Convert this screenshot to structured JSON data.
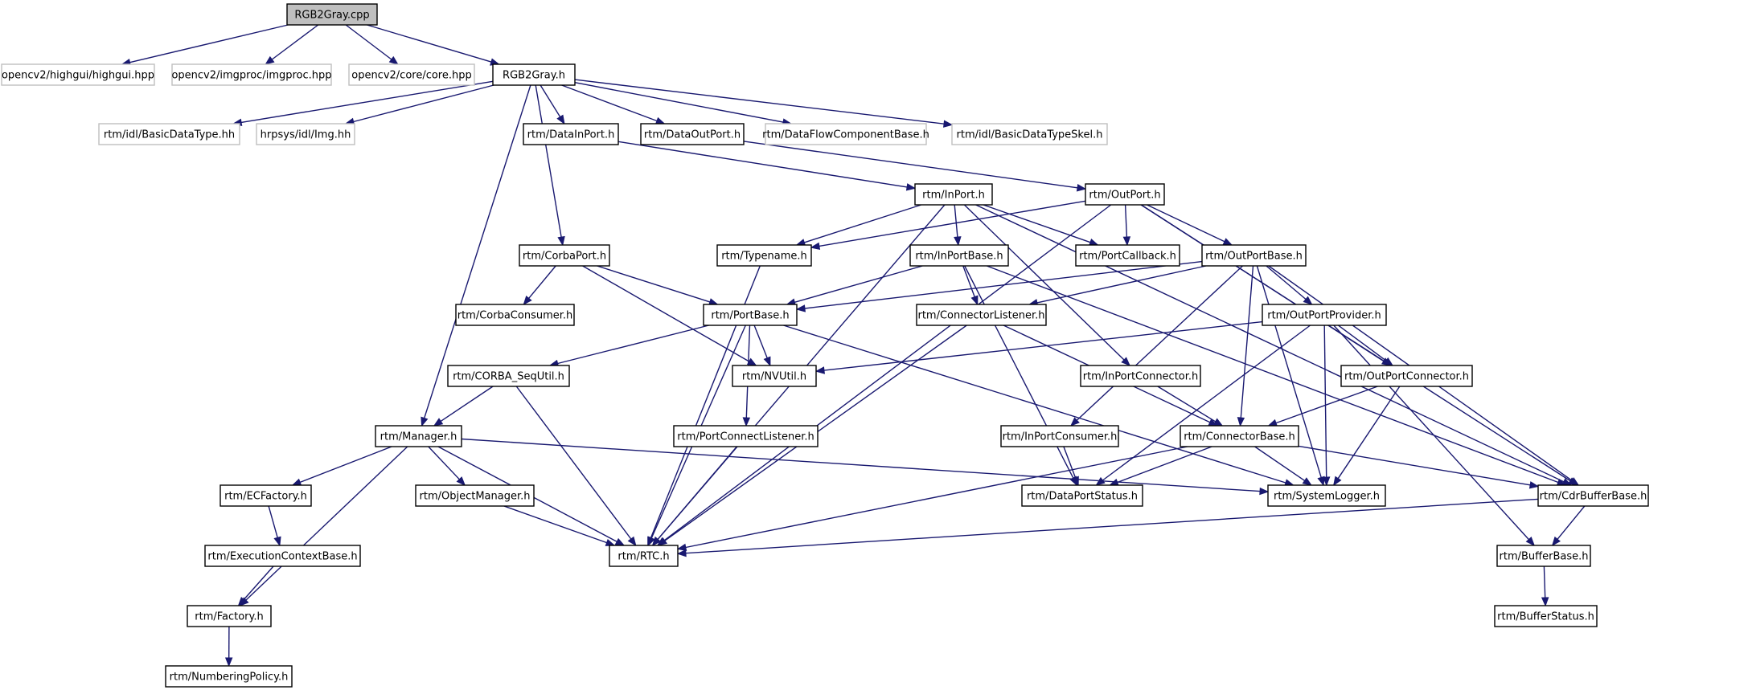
{
  "colors": {
    "edge": "#191970",
    "box_stroke": "#000000",
    "box_stroke_external": "#bfbfbf",
    "root_fill": "#bfbfbf",
    "box_fill": "#ffffff"
  },
  "nodes": [
    {
      "id": "RGB2Gray.cpp",
      "label": "RGB2Gray.cpp",
      "kind": "root"
    },
    {
      "id": "highgui",
      "label": "opencv2/highgui/highgui.hpp",
      "kind": "external"
    },
    {
      "id": "imgproc",
      "label": "opencv2/imgproc/imgproc.hpp",
      "kind": "external"
    },
    {
      "id": "core",
      "label": "opencv2/core/core.hpp",
      "kind": "external"
    },
    {
      "id": "RGB2Gray.h",
      "label": "RGB2Gray.h",
      "kind": "normal"
    },
    {
      "id": "BasicDataType",
      "label": "rtm/idl/BasicDataType.hh",
      "kind": "external"
    },
    {
      "id": "Img",
      "label": "hrpsys/idl/Img.hh",
      "kind": "external"
    },
    {
      "id": "DataInPort",
      "label": "rtm/DataInPort.h",
      "kind": "normal"
    },
    {
      "id": "DataOutPort",
      "label": "rtm/DataOutPort.h",
      "kind": "normal"
    },
    {
      "id": "DFCB",
      "label": "rtm/DataFlowComponentBase.h",
      "kind": "external"
    },
    {
      "id": "BDTSkel",
      "label": "rtm/idl/BasicDataTypeSkel.h",
      "kind": "external"
    },
    {
      "id": "InPort",
      "label": "rtm/InPort.h",
      "kind": "normal"
    },
    {
      "id": "OutPort",
      "label": "rtm/OutPort.h",
      "kind": "normal"
    },
    {
      "id": "CorbaPort",
      "label": "rtm/CorbaPort.h",
      "kind": "normal"
    },
    {
      "id": "Typename",
      "label": "rtm/Typename.h",
      "kind": "normal"
    },
    {
      "id": "InPortBase",
      "label": "rtm/InPortBase.h",
      "kind": "normal"
    },
    {
      "id": "PortCallback",
      "label": "rtm/PortCallback.h",
      "kind": "normal"
    },
    {
      "id": "OutPortBase",
      "label": "rtm/OutPortBase.h",
      "kind": "normal"
    },
    {
      "id": "CorbaConsumer",
      "label": "rtm/CorbaConsumer.h",
      "kind": "normal"
    },
    {
      "id": "PortBase",
      "label": "rtm/PortBase.h",
      "kind": "normal"
    },
    {
      "id": "ConnectorListener",
      "label": "rtm/ConnectorListener.h",
      "kind": "normal"
    },
    {
      "id": "OutPortProvider",
      "label": "rtm/OutPortProvider.h",
      "kind": "normal"
    },
    {
      "id": "SeqUtil",
      "label": "rtm/CORBA_SeqUtil.h",
      "kind": "normal"
    },
    {
      "id": "NVUtil",
      "label": "rtm/NVUtil.h",
      "kind": "normal"
    },
    {
      "id": "InPortConnector",
      "label": "rtm/InPortConnector.h",
      "kind": "normal"
    },
    {
      "id": "OutPortConnector",
      "label": "rtm/OutPortConnector.h",
      "kind": "normal"
    },
    {
      "id": "Manager",
      "label": "rtm/Manager.h",
      "kind": "normal"
    },
    {
      "id": "PortConnectListener",
      "label": "rtm/PortConnectListener.h",
      "kind": "normal"
    },
    {
      "id": "InPortConsumer",
      "label": "rtm/InPortConsumer.h",
      "kind": "normal"
    },
    {
      "id": "ConnectorBase",
      "label": "rtm/ConnectorBase.h",
      "kind": "normal"
    },
    {
      "id": "ECFactory",
      "label": "rtm/ECFactory.h",
      "kind": "normal"
    },
    {
      "id": "ObjectManager",
      "label": "rtm/ObjectManager.h",
      "kind": "normal"
    },
    {
      "id": "DataPortStatus",
      "label": "rtm/DataPortStatus.h",
      "kind": "normal"
    },
    {
      "id": "SystemLogger",
      "label": "rtm/SystemLogger.h",
      "kind": "normal"
    },
    {
      "id": "CdrBufferBase",
      "label": "rtm/CdrBufferBase.h",
      "kind": "normal"
    },
    {
      "id": "ECBase",
      "label": "rtm/ExecutionContextBase.h",
      "kind": "normal"
    },
    {
      "id": "RTC",
      "label": "rtm/RTC.h",
      "kind": "normal"
    },
    {
      "id": "BufferBase",
      "label": "rtm/BufferBase.h",
      "kind": "normal"
    },
    {
      "id": "Factory",
      "label": "rtm/Factory.h",
      "kind": "normal"
    },
    {
      "id": "BufferStatus",
      "label": "rtm/BufferStatus.h",
      "kind": "normal"
    },
    {
      "id": "NumberingPolicy",
      "label": "rtm/NumberingPolicy.h",
      "kind": "normal"
    }
  ],
  "edges": [
    [
      "RGB2Gray.cpp",
      "highgui"
    ],
    [
      "RGB2Gray.cpp",
      "imgproc"
    ],
    [
      "RGB2Gray.cpp",
      "core"
    ],
    [
      "RGB2Gray.cpp",
      "RGB2Gray.h"
    ],
    [
      "RGB2Gray.h",
      "BasicDataType"
    ],
    [
      "RGB2Gray.h",
      "Img"
    ],
    [
      "RGB2Gray.h",
      "DataInPort"
    ],
    [
      "RGB2Gray.h",
      "DataOutPort"
    ],
    [
      "RGB2Gray.h",
      "DFCB"
    ],
    [
      "RGB2Gray.h",
      "BDTSkel"
    ],
    [
      "RGB2Gray.h",
      "CorbaPort"
    ],
    [
      "RGB2Gray.h",
      "Manager"
    ],
    [
      "DataInPort",
      "InPort"
    ],
    [
      "DataOutPort",
      "OutPort"
    ],
    [
      "InPort",
      "RTC"
    ],
    [
      "InPort",
      "Typename"
    ],
    [
      "InPort",
      "InPortBase"
    ],
    [
      "InPort",
      "PortCallback"
    ],
    [
      "InPort",
      "InPortConnector"
    ],
    [
      "InPort",
      "CdrBufferBase"
    ],
    [
      "OutPort",
      "RTC"
    ],
    [
      "OutPort",
      "Typename"
    ],
    [
      "OutPort",
      "PortCallback"
    ],
    [
      "OutPort",
      "OutPortBase"
    ],
    [
      "OutPort",
      "OutPortConnector"
    ],
    [
      "OutPort",
      "CdrBufferBase"
    ],
    [
      "CorbaPort",
      "CorbaConsumer"
    ],
    [
      "CorbaPort",
      "PortBase"
    ],
    [
      "CorbaPort",
      "NVUtil"
    ],
    [
      "Typename",
      "RTC"
    ],
    [
      "InPortBase",
      "PortBase"
    ],
    [
      "InPortBase",
      "ConnectorListener"
    ],
    [
      "InPortBase",
      "DataPortStatus"
    ],
    [
      "InPortBase",
      "CdrBufferBase"
    ],
    [
      "OutPortBase",
      "PortBase"
    ],
    [
      "OutPortBase",
      "ConnectorListener"
    ],
    [
      "OutPortBase",
      "OutPortProvider"
    ],
    [
      "OutPortBase",
      "InPortConsumer"
    ],
    [
      "OutPortBase",
      "ConnectorBase"
    ],
    [
      "OutPortBase",
      "SystemLogger"
    ],
    [
      "OutPortBase",
      "CdrBufferBase"
    ],
    [
      "PortBase",
      "SeqUtil"
    ],
    [
      "PortBase",
      "NVUtil"
    ],
    [
      "PortBase",
      "PortConnectListener"
    ],
    [
      "PortBase",
      "RTC"
    ],
    [
      "PortBase",
      "SystemLogger"
    ],
    [
      "ConnectorListener",
      "ConnectorBase"
    ],
    [
      "ConnectorListener",
      "RTC"
    ],
    [
      "OutPortProvider",
      "NVUtil"
    ],
    [
      "OutPortProvider",
      "OutPortConnector"
    ],
    [
      "OutPortProvider",
      "DataPortStatus"
    ],
    [
      "OutPortProvider",
      "SystemLogger"
    ],
    [
      "OutPortProvider",
      "BufferBase"
    ],
    [
      "SeqUtil",
      "Manager"
    ],
    [
      "SeqUtil",
      "RTC"
    ],
    [
      "InPortConnector",
      "ConnectorBase"
    ],
    [
      "OutPortConnector",
      "ConnectorBase"
    ],
    [
      "OutPortConnector",
      "SystemLogger"
    ],
    [
      "Manager",
      "ECFactory"
    ],
    [
      "Manager",
      "ObjectManager"
    ],
    [
      "Manager",
      "RTC"
    ],
    [
      "Manager",
      "Factory"
    ],
    [
      "Manager",
      "SystemLogger"
    ],
    [
      "PortConnectListener",
      "RTC"
    ],
    [
      "InPortConsumer",
      "DataPortStatus"
    ],
    [
      "ConnectorBase",
      "DataPortStatus"
    ],
    [
      "ConnectorBase",
      "SystemLogger"
    ],
    [
      "ConnectorBase",
      "CdrBufferBase"
    ],
    [
      "ConnectorBase",
      "RTC"
    ],
    [
      "ECFactory",
      "ECBase"
    ],
    [
      "ObjectManager",
      "RTC"
    ],
    [
      "CdrBufferBase",
      "BufferBase"
    ],
    [
      "CdrBufferBase",
      "RTC"
    ],
    [
      "ECBase",
      "Factory"
    ],
    [
      "BufferBase",
      "BufferStatus"
    ],
    [
      "Factory",
      "NumberingPolicy"
    ]
  ]
}
